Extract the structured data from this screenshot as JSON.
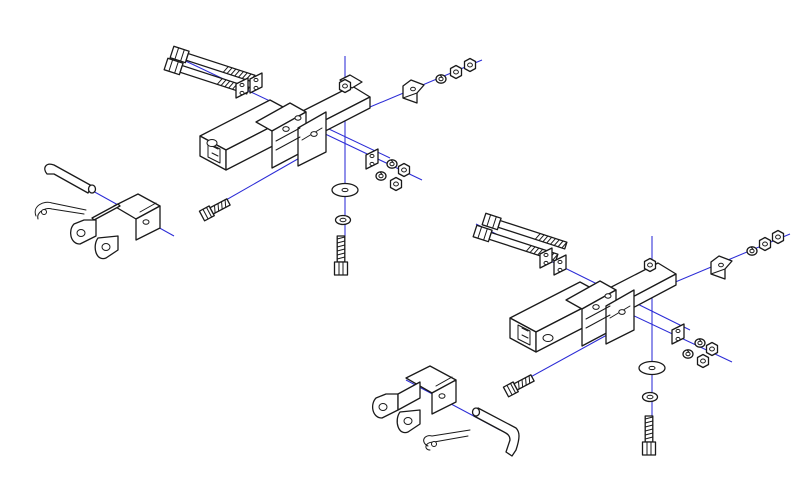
{
  "diagram": {
    "type": "exploded-assembly",
    "assemblies": [
      {
        "id": "upper-left-hitch"
      },
      {
        "id": "lower-right-hitch"
      }
    ]
  },
  "colors": {
    "line": "#1a1a1a",
    "axis": "#2b2bd6",
    "background": "#ffffff"
  }
}
